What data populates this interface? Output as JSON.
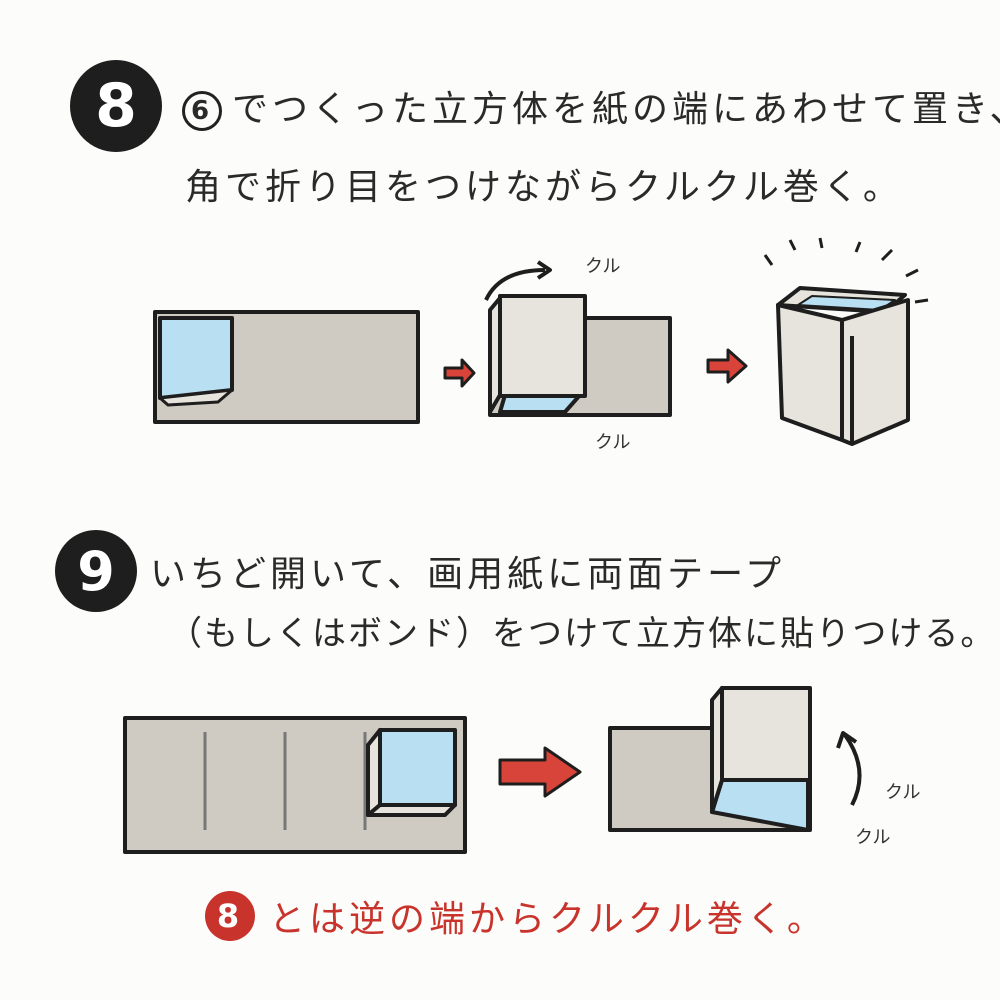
{
  "step8": {
    "number": "8",
    "ref_number": "6",
    "line1": "でつくった立方体を紙の端にあわせて置き、",
    "line2": "角で折り目をつけながらクルクル巻く。",
    "kuru_top": "クル",
    "kuru_bottom": "クル"
  },
  "step9": {
    "number": "9",
    "line1": "いちど開いて、画用紙に両面テープ",
    "line2": "（もしくはボンド）をつけて立方体に貼りつける。",
    "kuru_1": "クル",
    "kuru_2": "クル"
  },
  "note": {
    "ref_number": "8",
    "text": "とは逆の端からクルクル巻く。"
  },
  "colors": {
    "paper": "#cfcbc2",
    "cube_side": "#e6e4dc",
    "blue": "#b9dff2",
    "red": "#d9443a",
    "ink": "#1e1e1e"
  }
}
